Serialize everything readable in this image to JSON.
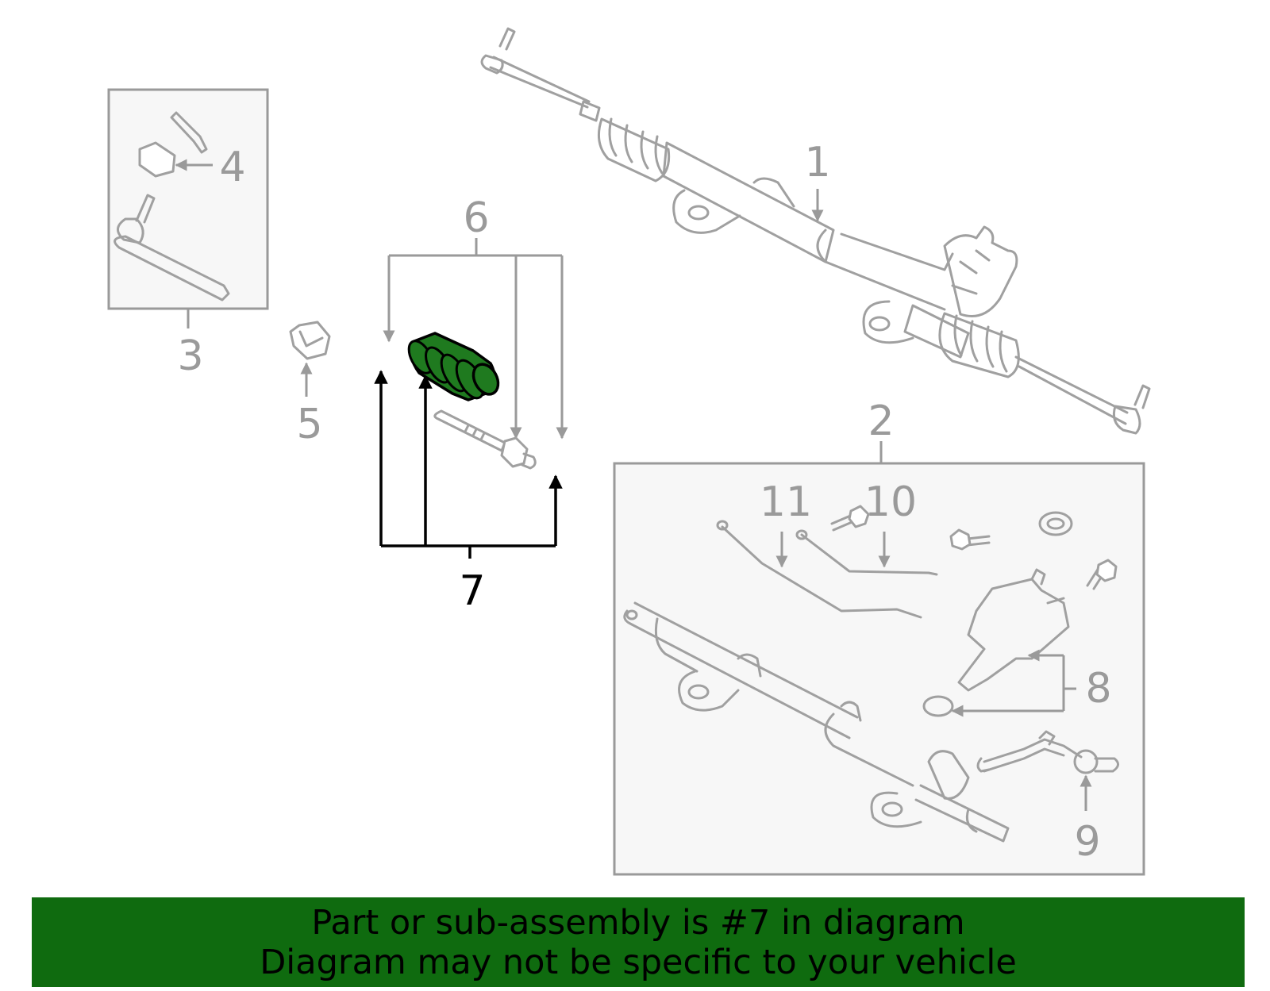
{
  "callouts": {
    "c1": "1",
    "c2": "2",
    "c3": "3",
    "c4": "4",
    "c5": "5",
    "c6": "6",
    "c7": "7",
    "c8": "8",
    "c9": "9",
    "c10": "10",
    "c11": "11"
  },
  "highlight": {
    "part_number": "7",
    "color": "#1f7a1f"
  },
  "banner": {
    "line1": "Part or sub-assembly is #7 in diagram",
    "line2": "Diagram may not be specific to your vehicle",
    "background": "#0f6b0f"
  }
}
